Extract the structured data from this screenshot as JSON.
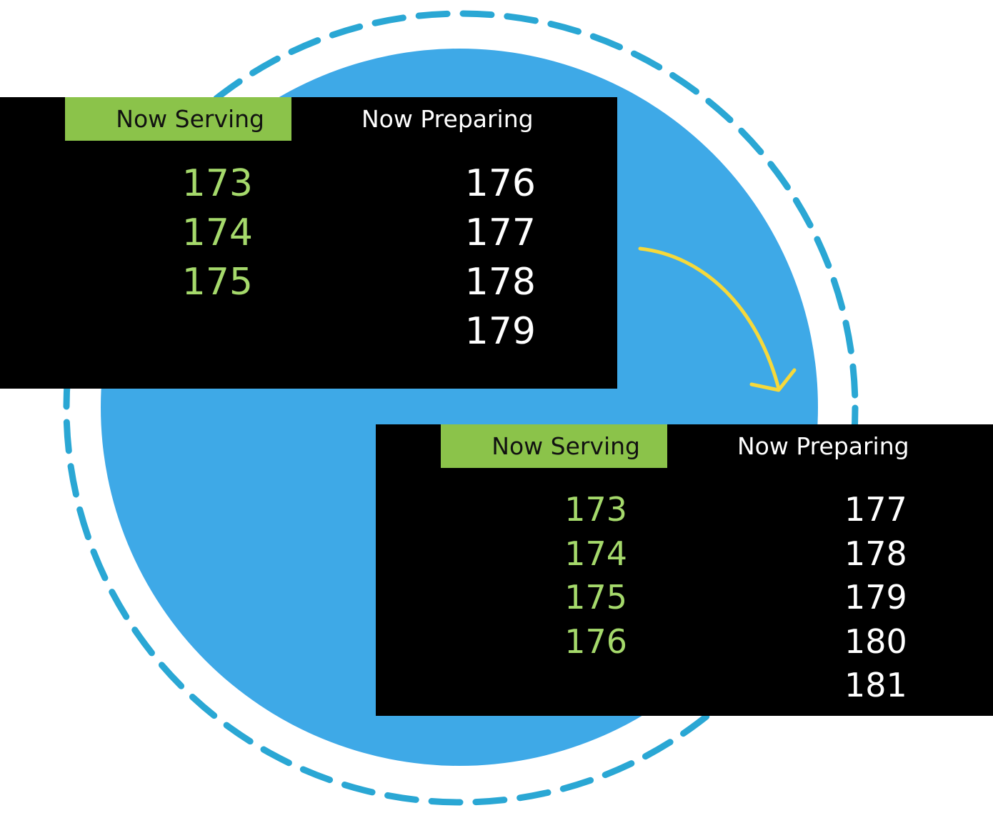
{
  "colors": {
    "dashed_ring": "#2aa7d4",
    "disc": "#3ea9e7",
    "board_background": "#000000",
    "serving_header": "#8bc34a",
    "serving_numbers": "#a5d96b",
    "preparing_numbers": "#ffffff",
    "arrow": "#f6d93b"
  },
  "arrow_icon": "curved-arrow-icon",
  "boards": {
    "before": {
      "serving_label": "Now Serving",
      "preparing_label": "Now Preparing",
      "serving": [
        "173",
        "174",
        "175"
      ],
      "preparing": [
        "176",
        "177",
        "178",
        "179"
      ]
    },
    "after": {
      "serving_label": "Now Serving",
      "preparing_label": "Now Preparing",
      "serving": [
        "173",
        "174",
        "175",
        "176"
      ],
      "preparing": [
        "177",
        "178",
        "179",
        "180",
        "181"
      ]
    }
  }
}
